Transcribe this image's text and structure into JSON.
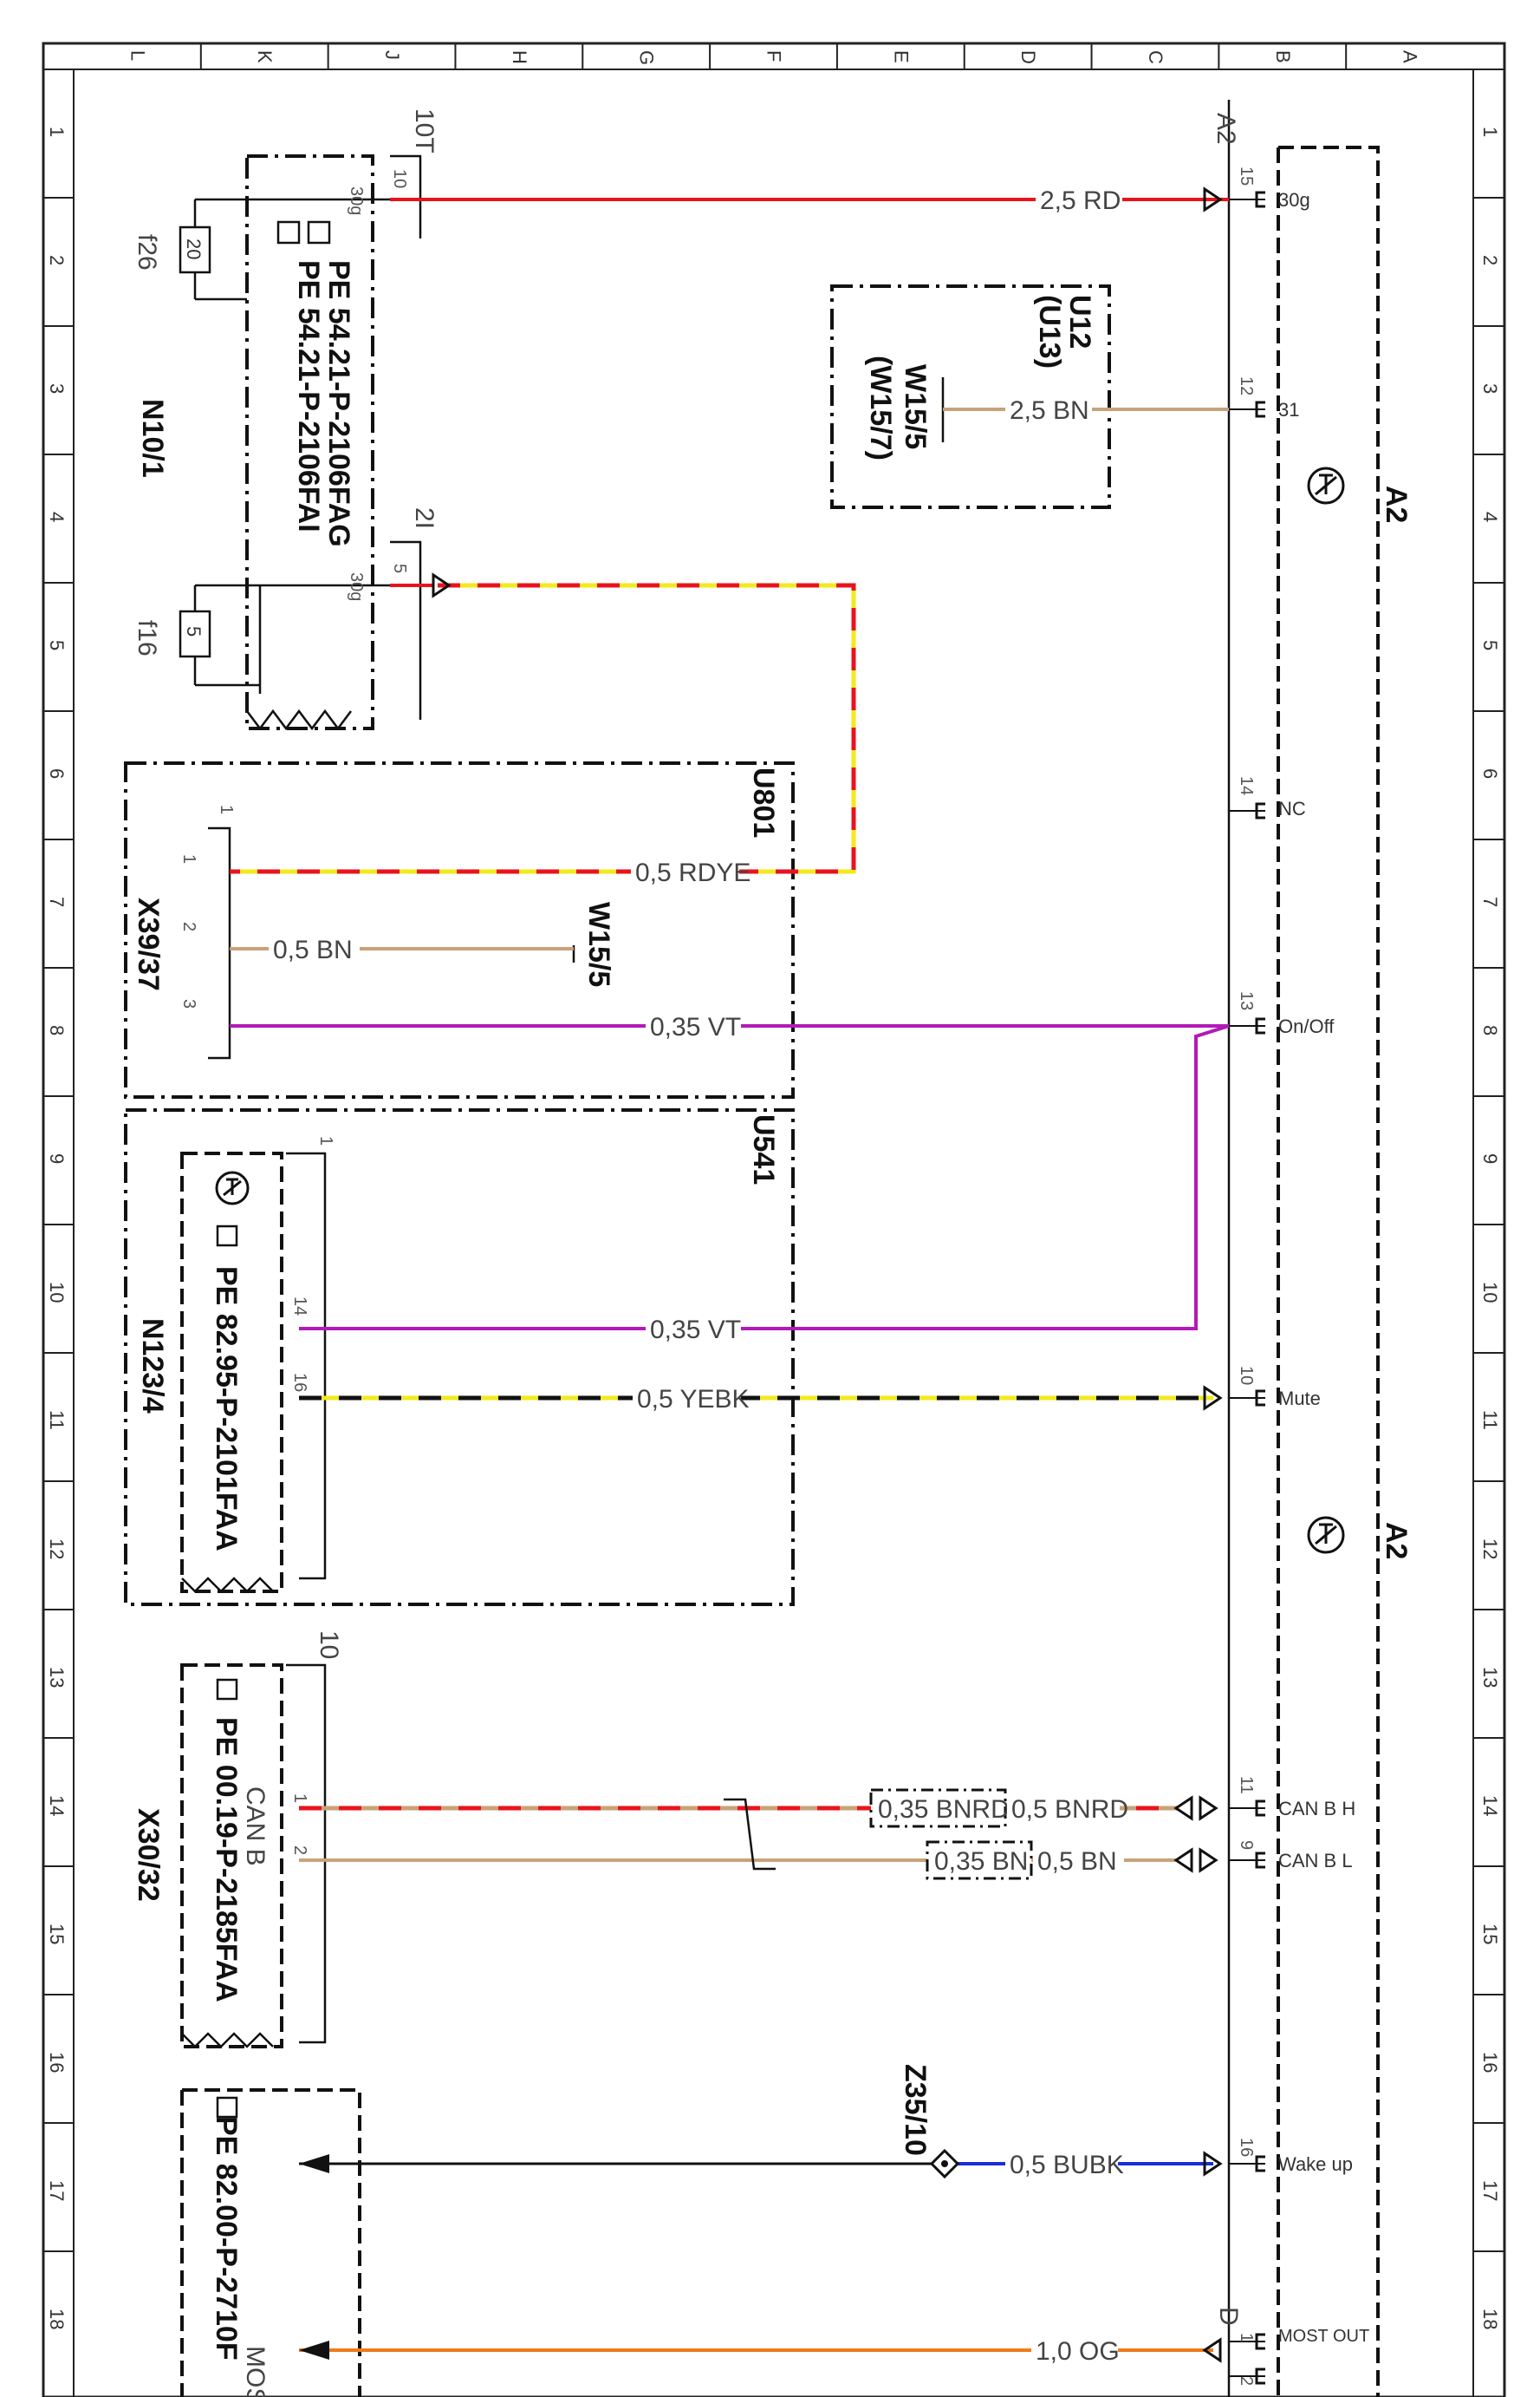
{
  "grid": {
    "columns": [
      "L",
      "K",
      "J",
      "H",
      "G",
      "F",
      "E",
      "D",
      "C",
      "B",
      "A"
    ],
    "rows": [
      "1",
      "2",
      "3",
      "4",
      "5",
      "6",
      "7",
      "8",
      "9",
      "10",
      "11",
      "12",
      "13",
      "14",
      "15",
      "16",
      "17",
      "18"
    ]
  },
  "components": {
    "a2_top": "A2",
    "a2_side": "A2",
    "a2_side2": "A2",
    "n10_1": "N10/1",
    "n10_ref1": "PE 54.21-P-2106FAG",
    "n10_ref2": "PE 54.21-P-2106FAI",
    "f26": "f26",
    "f26_value": "20",
    "f16": "f16",
    "f16_value": "5",
    "conn_10t": "10T",
    "conn_2i": "2I",
    "u12": "U12",
    "u13": "(U13)",
    "w15_5_top": "W15/5",
    "w15_7": "(W15/7)",
    "u801": "U801",
    "x39_37": "X39/37",
    "w15_5_mid": "W15/5",
    "u541": "U541",
    "n123_4": "N123/4",
    "n123_ref": "PE 82.95-P-2101FAA",
    "x30_32": "X30/32",
    "x30_ref": "PE 00.19-P-2185FAA",
    "can_b": "CAN B",
    "conn_10": "10",
    "z35_10": "Z35/10",
    "most_ref": "PE 82.00-P-2710F",
    "most_box": "MOS",
    "conn_d": "D"
  },
  "wires": {
    "w_30g": "2,5 RD",
    "w_31": "2,5 BN",
    "w_rdye": "0,5 RDYE",
    "w_bn": "0,5 BN",
    "w_vt1": "0,35 VT",
    "w_vt2": "0,35 VT",
    "w_yebk": "0,5 YEBK",
    "w_bnrd_alt": "0,35 BNRD",
    "w_bnrd": "0,5 BNRD",
    "w_bn_alt": "0,35 BN",
    "w_bn2": "0,5 BN",
    "w_bubk": "0,5 BUBK",
    "w_og": "1,0 OG"
  },
  "pins": {
    "a2_15": "15",
    "a2_30g": "30g",
    "a2_12": "12",
    "a2_31": "31",
    "a2_14": "14",
    "a2_nc": "NC",
    "a2_13": "13",
    "a2_onoff": "On/Off",
    "a2_10": "10",
    "a2_mute": "Mute",
    "a2_11": "11",
    "a2_canbh": "CAN B H",
    "a2_9": "9",
    "a2_canbl": "CAN B L",
    "a2_16": "16",
    "a2_wakeup": "Wake up",
    "a2_1": "1",
    "a2_2": "2",
    "a2_mostout": "MOST OUT",
    "n10_10": "10",
    "n10_30g_a": "30g",
    "n10_5": "5",
    "n10_30g_b": "30g",
    "x39_top": "1",
    "x39_1": "1",
    "x39_2": "2",
    "x39_3": "3",
    "n123_top": "1",
    "n123_14": "14",
    "n123_16": "16",
    "x30_1": "1",
    "x30_2": "2"
  },
  "colors": {
    "red": "#e8141c",
    "yellow": "#f2ea1d",
    "brown": "#c8a27a",
    "violet": "#b21ab8",
    "blue": "#1a2fd6",
    "orange": "#f07a1a",
    "black": "#111111"
  }
}
